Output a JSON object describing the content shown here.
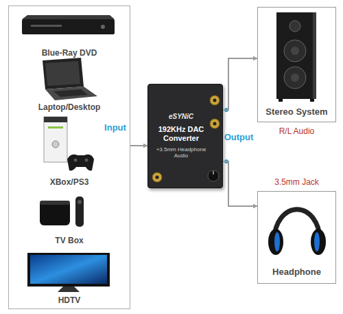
{
  "diagram": {
    "nodes": [
      {
        "text": [
          "Blue-Ray DVD",
          "Laptop/Desktop",
          "XBox/PS3",
          "TV Box",
          "HDTV"
        ]
      },
      {
        "text": [
          "eSYNiC",
          "192KHz DAC Converter",
          "+3.5mm Headphone Audio"
        ]
      },
      {
        "text": [
          "Stereo System",
          "R/L Audio"
        ]
      },
      {
        "text": [
          "3.5mm Jack",
          "Headphone"
        ]
      }
    ],
    "edges": [
      {
        "from": 0,
        "to": 1,
        "label": "Input",
        "arrow": "to"
      },
      {
        "from": 1,
        "to": 2,
        "arrow": "to"
      },
      {
        "from": 1,
        "to": 3,
        "arrow": "to"
      }
    ],
    "labels": [
      "Output"
    ]
  }
}
